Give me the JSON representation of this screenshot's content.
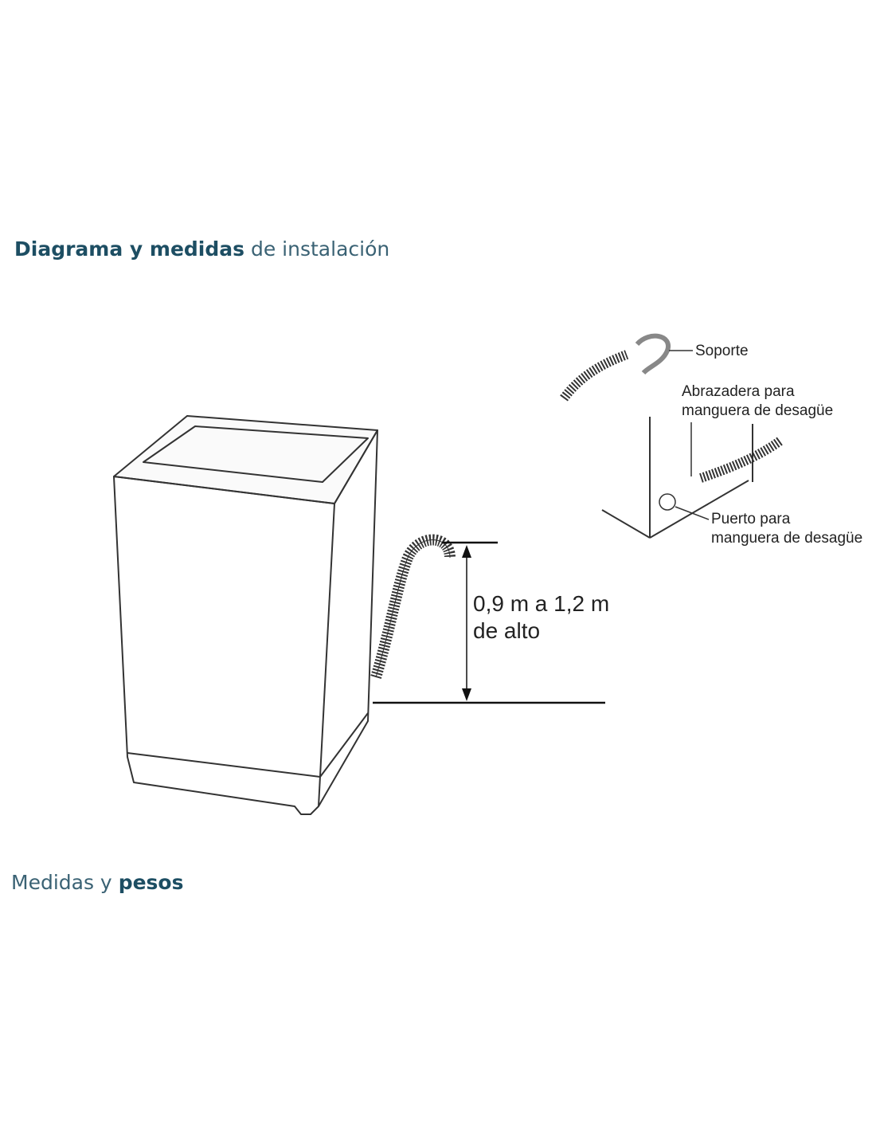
{
  "section1": {
    "title_bold": "Diagrama y medidas",
    "title_light": "de instalación"
  },
  "diagram": {
    "height_label_line1": "0,9 m a 1,2 m",
    "height_label_line2": "de alto",
    "soporte": "Soporte",
    "abrazadera_line1": "Abrazadera para",
    "abrazadera_line2": "manguera de desagüe",
    "puerto_line1": "Puerto para",
    "puerto_line2": "manguera de desagüe"
  },
  "section2": {
    "title_light": "Medidas y",
    "title_bold": "pesos"
  },
  "colors": {
    "heading": "#1d4e63"
  }
}
